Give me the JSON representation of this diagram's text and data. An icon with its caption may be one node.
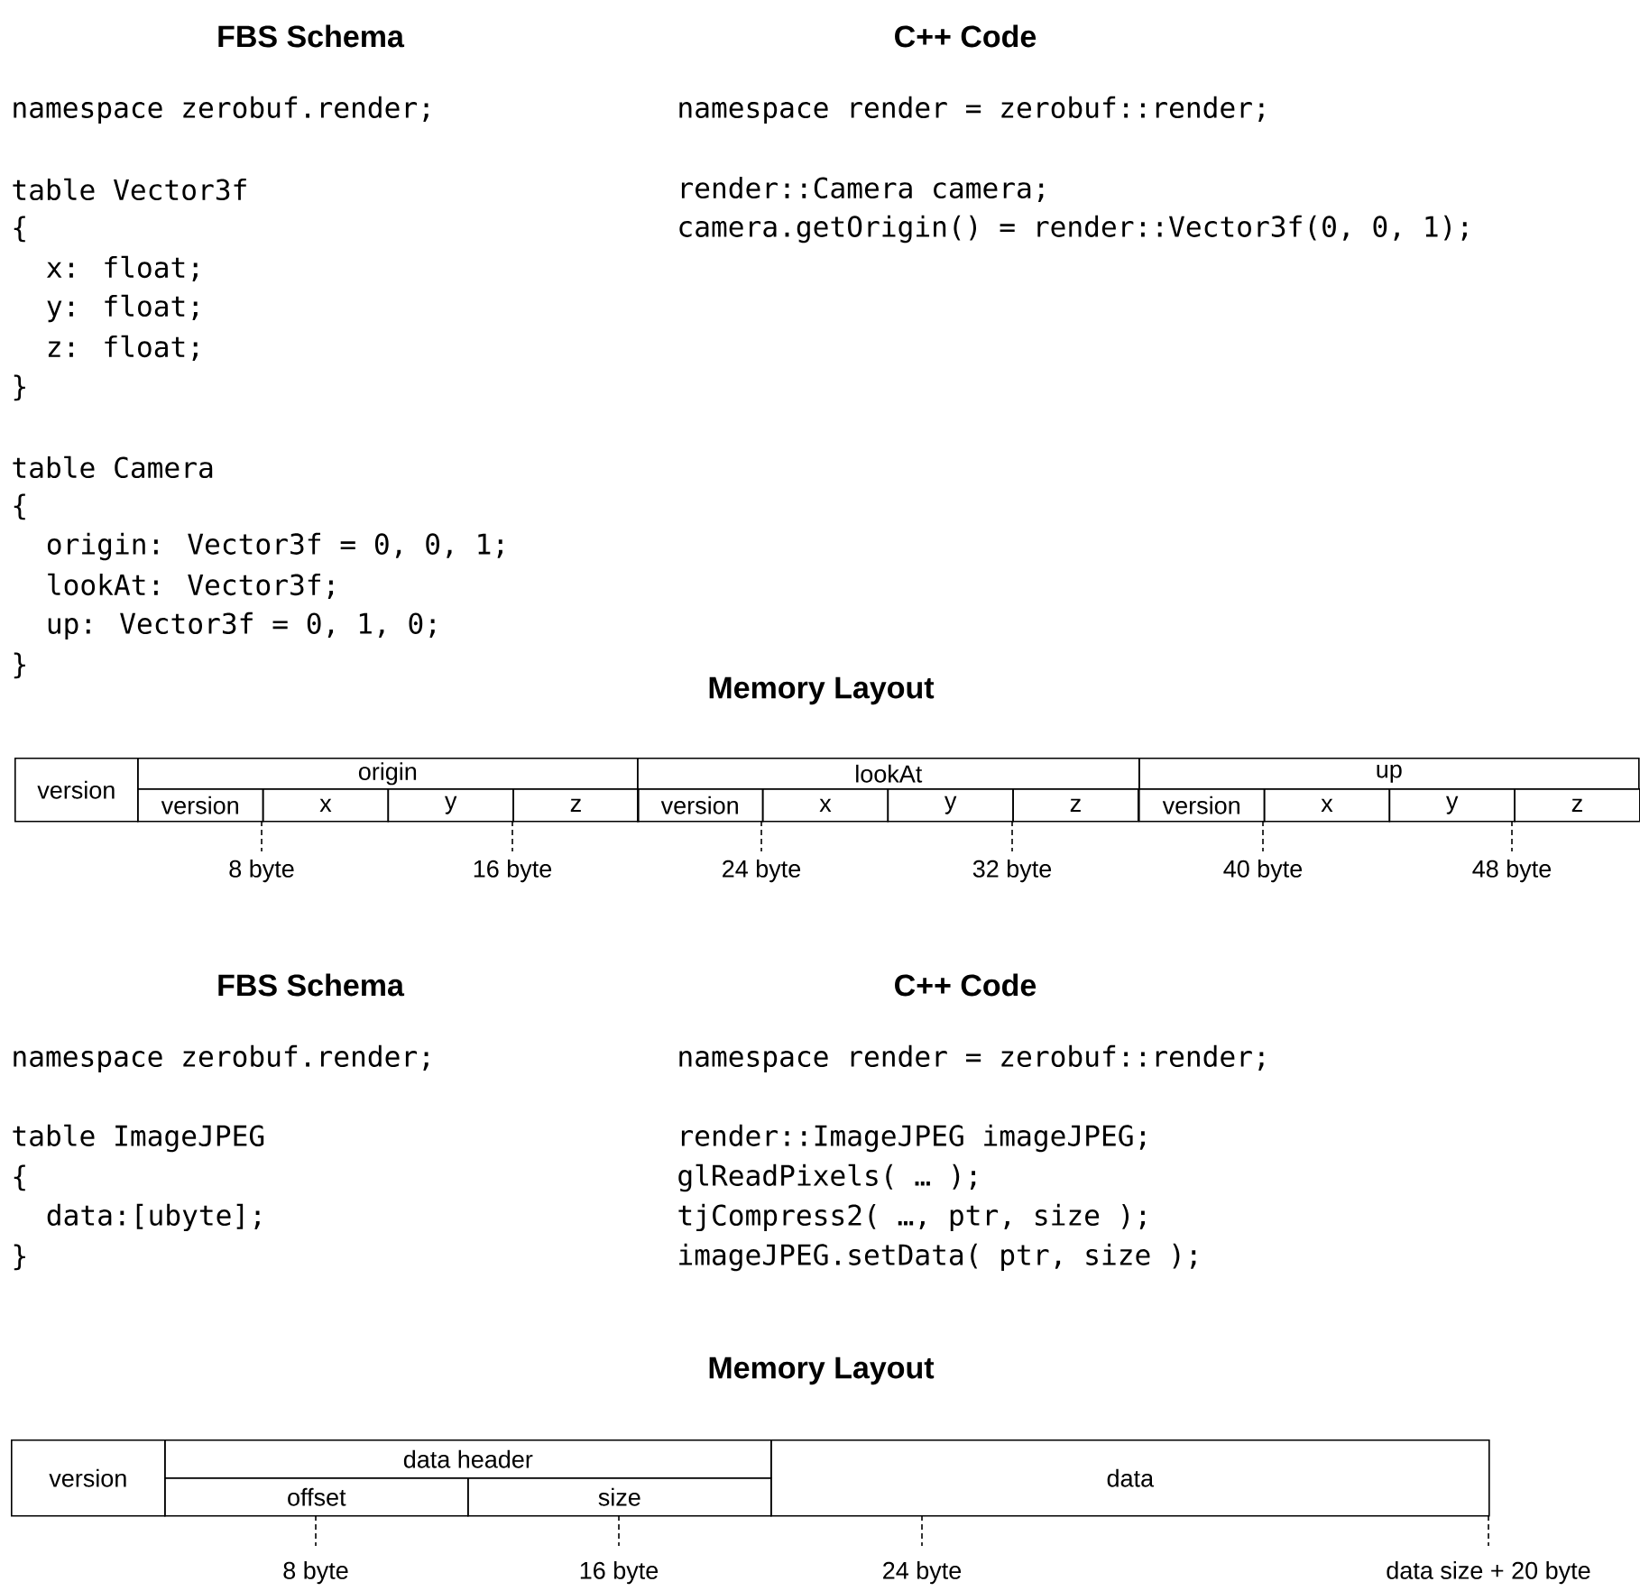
{
  "diagram": {
    "labels": [
      "FBS Schema",
      "namespace zerobuf.render;",
      "table Vector3f",
      "{",
      "x: float;",
      "y: float;",
      "z: float;",
      "}",
      "table Camera",
      "{",
      "origin: Vector3f = 0, 0, 1;",
      "lookAt: Vector3f;",
      "up: Vector3f = 0, 1, 0;",
      "}",
      "C++ Code",
      "namespace render = zerobuf::render;",
      "render::Camera camera;",
      "camera.getOrigin() = render::Vector3f(0, 0, 1);",
      "Memory Layout",
      "version",
      "origin",
      "lookAt",
      "up",
      "version",
      "x",
      "y",
      "z",
      "version",
      "x",
      "y",
      "z",
      "version",
      "x",
      "y",
      "z",
      "8 byte",
      "16 byte",
      "24 byte",
      "32 byte",
      "40 byte",
      "48 byte",
      "FBS Schema",
      "namespace zerobuf.render;",
      "table ImageJPEG",
      "{",
      "data:[ubyte];",
      "}",
      "C++ Code",
      "namespace render = zerobuf::render;",
      "render::ImageJPEG imageJPEG;",
      "glReadPixels( … );",
      "tjCompress2( …, ptr, size );",
      "imageJPEG.setData( ptr, size );",
      "Memory Layout",
      "version",
      "data header",
      "data",
      "offset",
      "size",
      "8 byte",
      "16 byte",
      "24 byte",
      "data size + 20 byte"
    ]
  }
}
